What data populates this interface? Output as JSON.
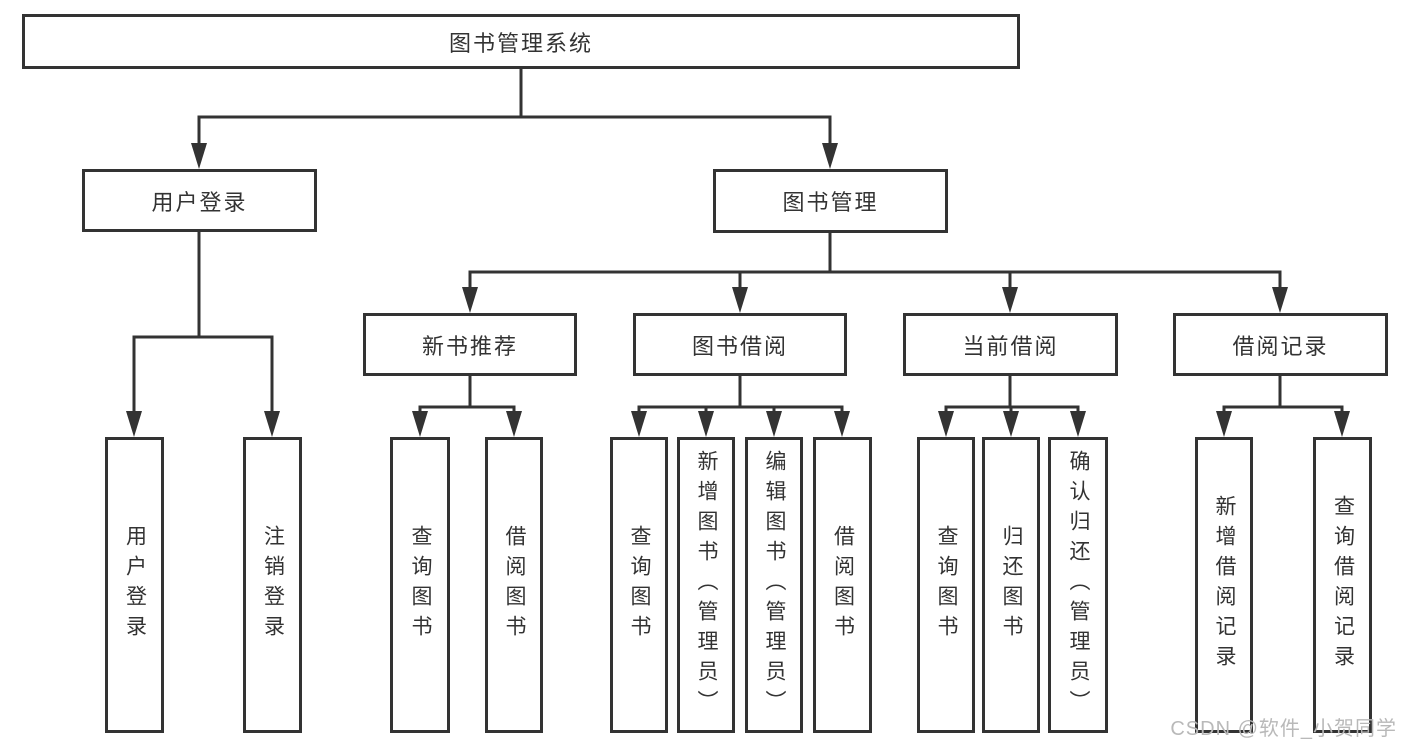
{
  "diagram": {
    "title": "图书管理系统",
    "nodes": {
      "root": "图书管理系统",
      "user_login": "用户登录",
      "book_mgmt": "图书管理",
      "user_login_leaf": "用户登录",
      "logout_leaf": "注销登录",
      "new_book_rec": "新书推荐",
      "book_borrow": "图书借阅",
      "current_borrow": "当前借阅",
      "borrow_records": "借阅记录",
      "rec_query_books": "查询图书",
      "rec_borrow_books": "借阅图书",
      "bb_query_books": "查询图书",
      "bb_add_books": "新增图书（管理员）",
      "bb_edit_books": "编辑图书（管理员）",
      "bb_borrow_books": "借阅图书",
      "cb_query_books": "查询图书",
      "cb_return_books": "归还图书",
      "cb_confirm_return": "确认归还（管理员）",
      "br_add_record": "新增借阅记录",
      "br_query_record": "查询借阅记录"
    },
    "colors": {
      "line": "#333333",
      "text": "#333333",
      "background": "#ffffff",
      "watermark": "#b9b9b9"
    }
  },
  "watermark": "CSDN @软件_小贺同学"
}
